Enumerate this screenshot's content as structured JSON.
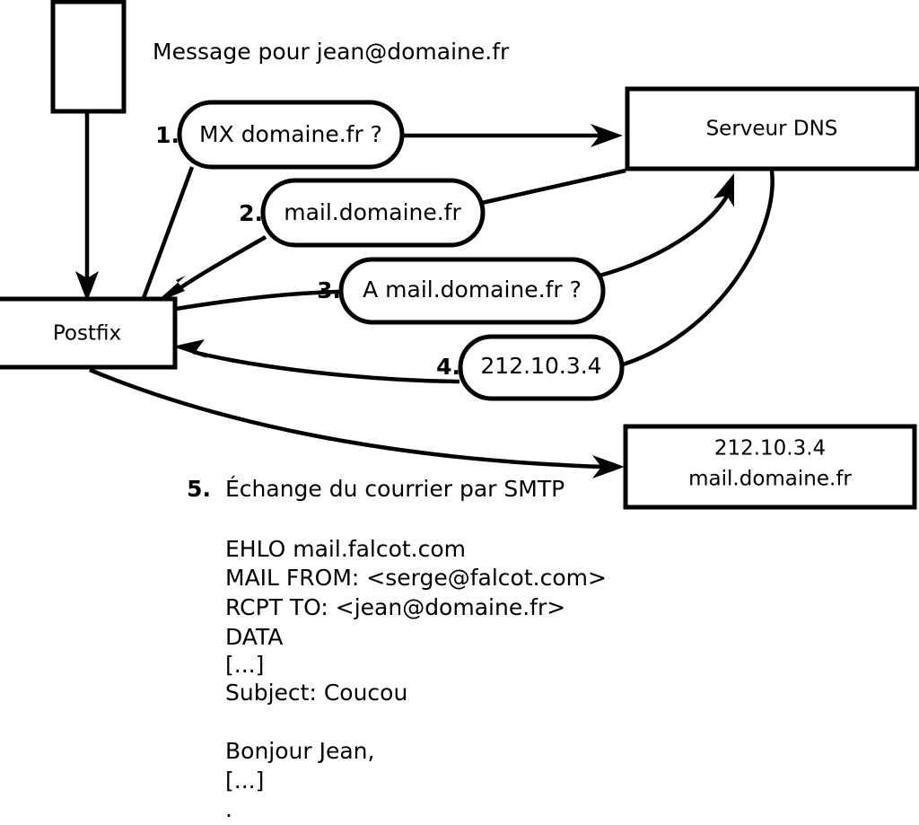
{
  "diagram": {
    "title_note": "Message pour jean@domaine.fr",
    "nodes": {
      "mail_client": {
        "label": ""
      },
      "postfix": {
        "label": "Postfix"
      },
      "dns_server": {
        "label": "Serveur DNS"
      },
      "target_server": {
        "line1": "212.10.3.4",
        "line2": "mail.domaine.fr"
      }
    },
    "steps": [
      {
        "number": "1.",
        "bubble": "MX domaine.fr ?"
      },
      {
        "number": "2.",
        "bubble": "mail.domaine.fr"
      },
      {
        "number": "3.",
        "bubble": "A mail.domaine.fr ?"
      },
      {
        "number": "4.",
        "bubble": "212.10.3.4"
      }
    ],
    "step5": {
      "number": "5.",
      "caption": "Échange du courrier par SMTP"
    },
    "smtp_transcript": [
      "EHLO mail.falcot.com",
      "MAIL FROM: <serge@falcot.com>",
      "RCPT TO: <jean@domaine.fr>",
      "DATA",
      "[...]",
      "Subject: Coucou",
      "",
      "Bonjour Jean,",
      "[...]",
      "."
    ],
    "colors": {
      "stroke": "#000000",
      "fill": "#ffffff",
      "text": "#000000"
    }
  }
}
